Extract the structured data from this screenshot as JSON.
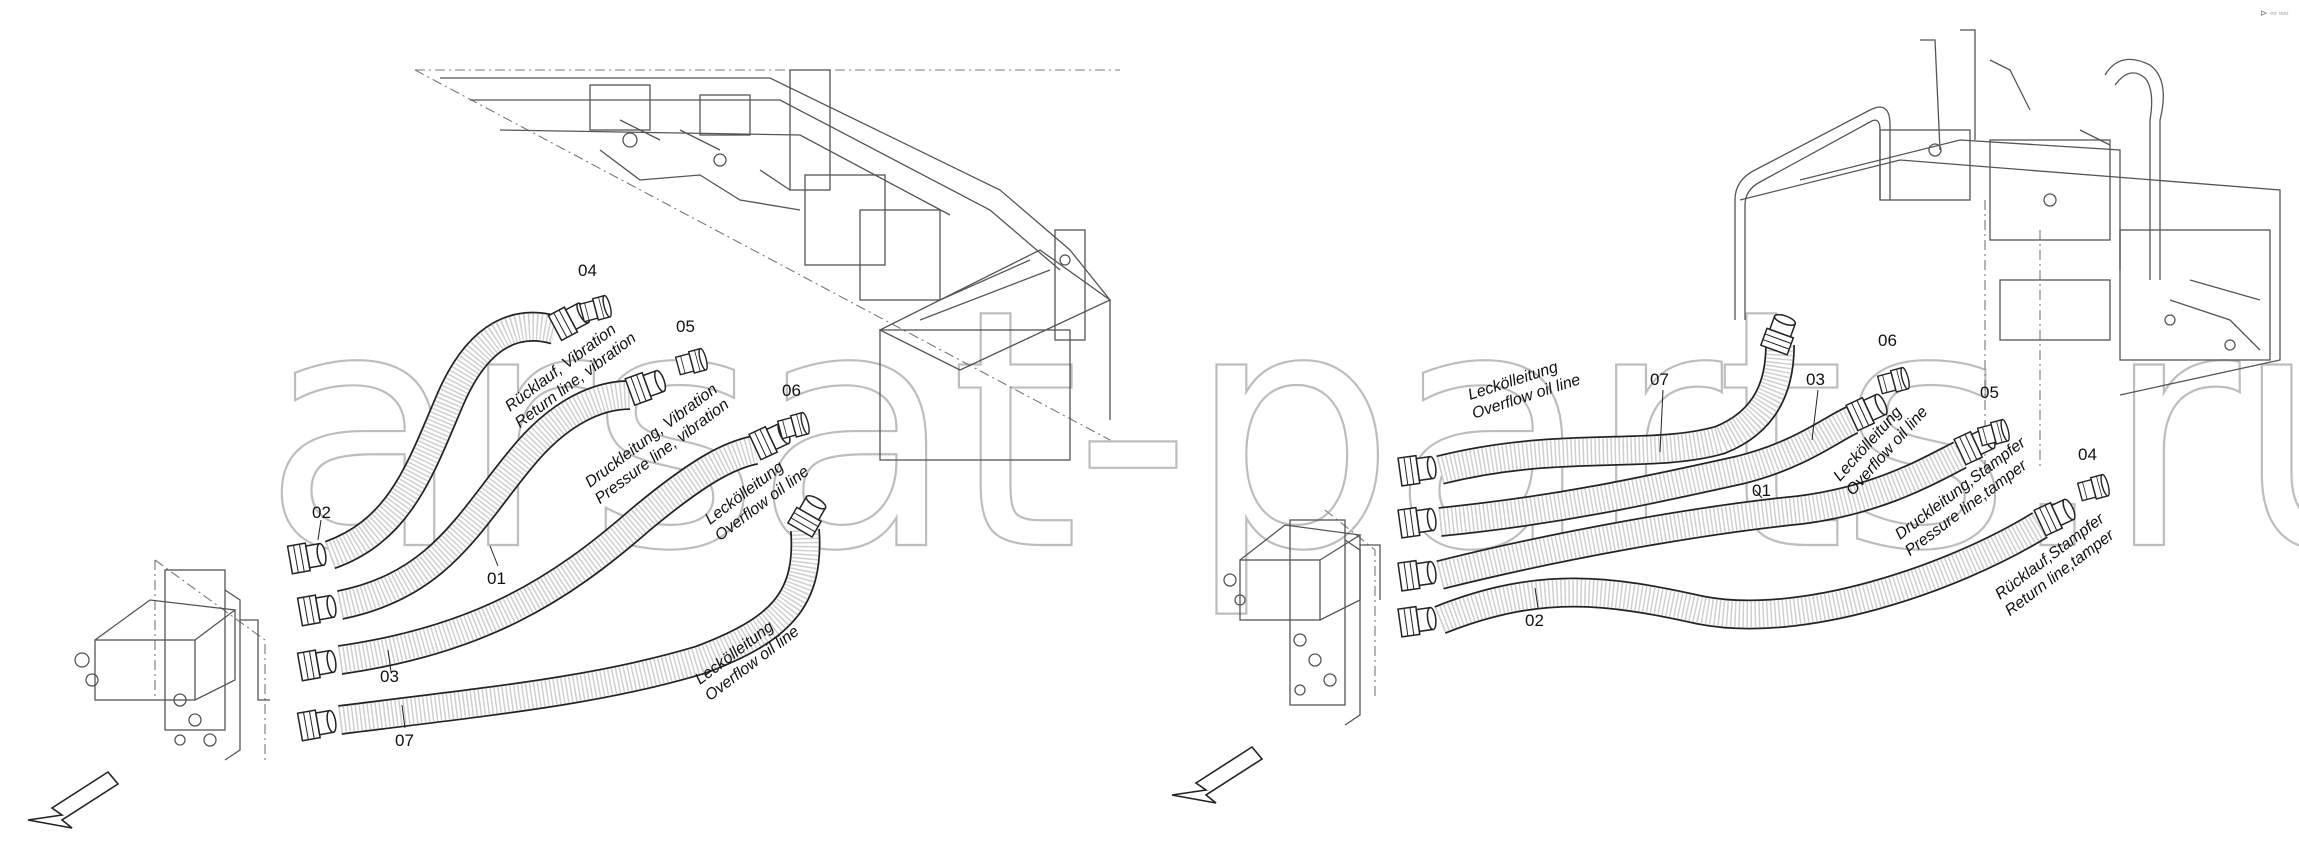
{
  "watermark": "arsat-parts.ru",
  "corner_mark": "⊳ ◦▫ ▫▫▫",
  "left_view": {
    "part_numbers": {
      "p01": "01",
      "p02": "02",
      "p03": "03",
      "p04": "04",
      "p05": "05",
      "p06": "06",
      "p07": "07"
    },
    "labels": {
      "return_de": "Rücklauf, Vibration",
      "return_en": "Return line, vibration",
      "pressure_de": "Druckleitung, Vibration",
      "pressure_en": "Pressure line, vibration",
      "overflow1_de": "Leckölleitung",
      "overflow1_en": "Overflow oil line",
      "overflow2_de": "Leckölleitung",
      "overflow2_en": "Overflow oil line"
    }
  },
  "right_view": {
    "part_numbers": {
      "p01": "01",
      "p02": "02",
      "p03": "03",
      "p04": "04",
      "p05": "05",
      "p06": "06",
      "p07": "07"
    },
    "labels": {
      "overflow1_de": "Leckölleitung",
      "overflow1_en": "Overflow oil line",
      "overflow2_de": "Leckölleitung",
      "overflow2_en": "Overflow oil line",
      "pressure_de": "Druckleitung,Stampfer",
      "pressure_en": "Pressure line,tamper",
      "return_de": "Rücklauf,Stampfer",
      "return_en": "Return line,tamper"
    }
  }
}
